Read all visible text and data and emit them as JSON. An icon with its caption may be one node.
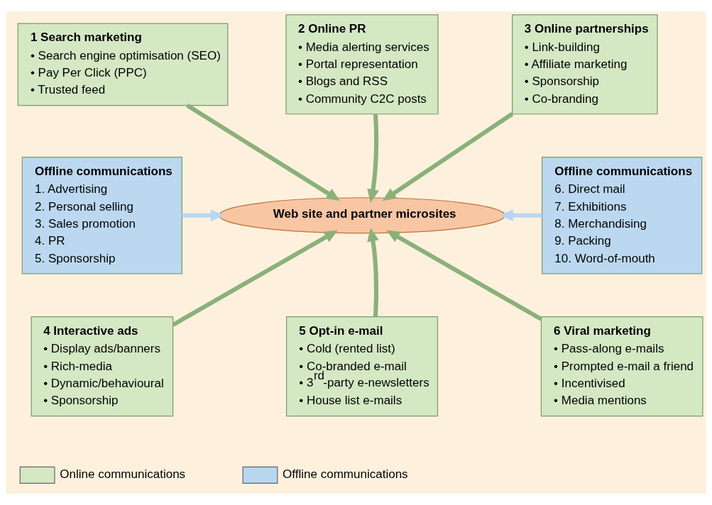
{
  "diagram": {
    "nodes": [
      {
        "text": [
          "1 Search marketing",
          "• Search engine optimisation (SEO)",
          "• Pay Per Click (PPC)",
          "• Trusted feed"
        ]
      },
      {
        "text": [
          "2 Online PR",
          "• Media alerting services",
          "• Portal representation",
          "• Blogs and RSS",
          "• Community C2C posts"
        ]
      },
      {
        "text": [
          "3 Online partnerships",
          "• Link-building",
          "• Affiliate marketing",
          "• Sponsorship",
          "• Co-branding"
        ]
      },
      {
        "text": [
          "Offline communications",
          "1. Advertising",
          "2. Personal selling",
          "3. Sales promotion",
          "4. PR",
          "5. Sponsorship"
        ]
      },
      {
        "text": [
          "Web site and partner microsites"
        ]
      },
      {
        "text": [
          "Offline communications",
          "6. Direct mail",
          "7. Exhibitions",
          "8. Merchandising",
          "9. Packing",
          "10. Word-of-mouth"
        ]
      },
      {
        "text": [
          "4 Interactive ads",
          "• Display ads/banners",
          "• Rich-media",
          "• Dynamic/behavioural",
          "• Sponsorship"
        ]
      },
      {
        "text": [
          "5 Opt-in e-mail",
          "• Cold (rented list)",
          "• Co-branded e-mail",
          "• 3$^{rd}$-party e-newsletters",
          "• House list e-mails"
        ]
      },
      {
        "text": [
          "6 Viral marketing",
          "• Pass-along e-mails",
          "• Prompted e-mail a friend",
          "• Incentivised",
          "• Media mentions"
        ]
      }
    ],
    "edges": [
      {
        "from": 0,
        "to": 4,
        "arrow": "to"
      },
      {
        "from": 1,
        "to": 4,
        "arrow": "to"
      },
      {
        "from": 2,
        "to": 4,
        "arrow": "to"
      },
      {
        "from": 3,
        "to": 4,
        "arrow": "to",
        "color": "#b8d6f0"
      },
      {
        "from": 5,
        "to": 4,
        "arrow": "to",
        "color": "#b8d6f0"
      },
      {
        "from": 6,
        "to": 4,
        "arrow": "to"
      },
      {
        "from": 7,
        "to": 4,
        "arrow": "to"
      },
      {
        "from": 8,
        "to": 4,
        "arrow": "to"
      }
    ],
    "legend": [
      {
        "text": "Online communications",
        "color": "#d4e8c4"
      },
      {
        "text": "Offline communications",
        "color": "#b8d6f0"
      }
    ]
  }
}
